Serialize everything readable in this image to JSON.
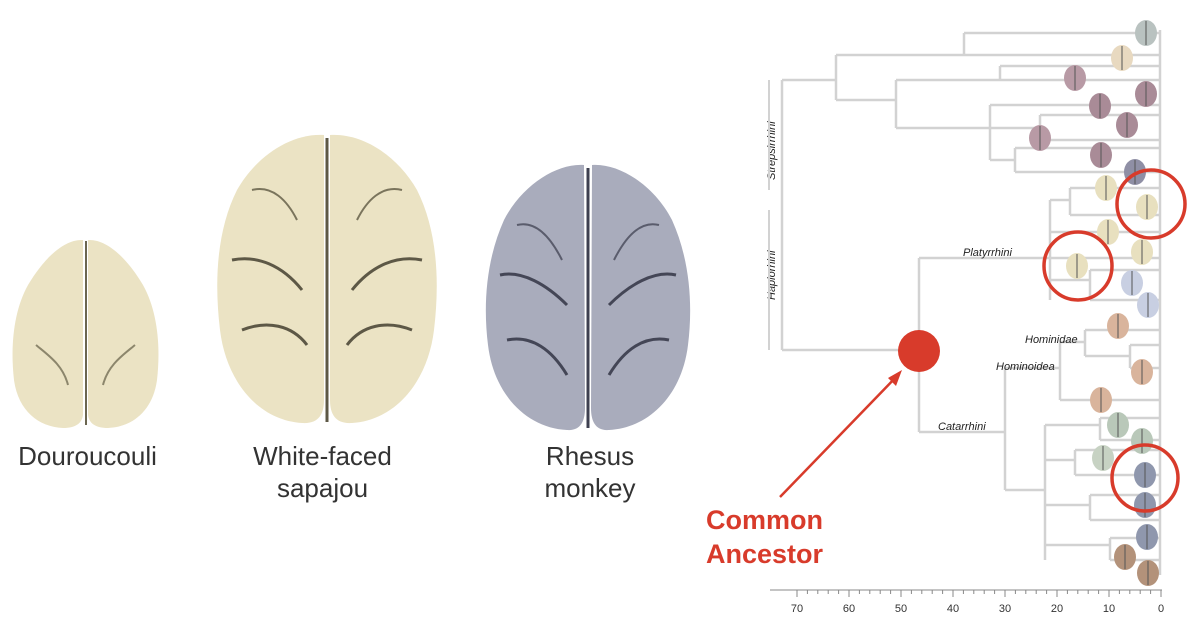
{
  "brains": [
    {
      "name": "Douroucouli",
      "color": "#ebe3c4"
    },
    {
      "name": "White-faced\nsapajou",
      "color": "#ebe3c4"
    },
    {
      "name": "Rhesus\nmonkey",
      "color": "#a9acbc"
    }
  ],
  "tree": {
    "clades": [
      "Strepsirrhini",
      "Haplorhini",
      "Platyrrhini",
      "Hominidae",
      "Hominoidea",
      "Catarrhini"
    ],
    "axis_ticks": [
      "70",
      "60",
      "50",
      "40",
      "30",
      "20",
      "10",
      "0"
    ],
    "branch_color": "#d2d2d2",
    "highlight_color": "#d83b2b"
  },
  "callout": {
    "text": "Common\nAncestor"
  }
}
